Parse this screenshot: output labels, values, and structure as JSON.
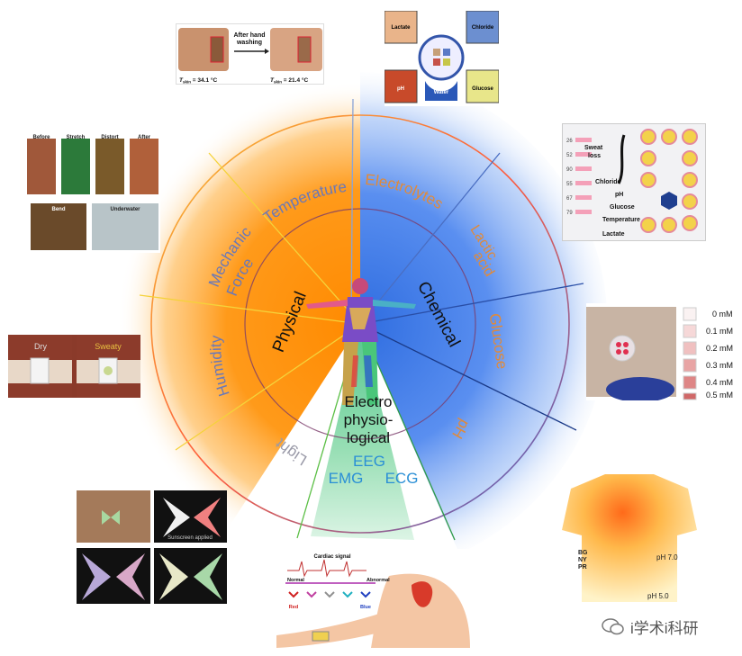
{
  "center": {
    "sectors": {
      "physical": "Physical",
      "chemical": "Chemical",
      "electro_lines": [
        "Electro",
        "physio-",
        "logical"
      ]
    },
    "physical_categories": {
      "temperature": "Temperature",
      "mechanical_force_lines": [
        "Mechanical",
        "Force"
      ],
      "humidity": "Humidity",
      "light": "Light"
    },
    "chemical_categories": {
      "electrolytes": "Electrolytes",
      "lactic_acid_lines": [
        "Lactic",
        "acid"
      ],
      "glucose": "Glucose",
      "ph": "pH"
    },
    "electro_categories": {
      "eeg": "EEG",
      "emg": "EMG",
      "ecg": "ECG"
    }
  },
  "panels": {
    "temperature": {
      "arrow_lines": [
        "After hand",
        "washing"
      ],
      "t_before": "T",
      "t_before_sub": "skin",
      "t_before_val": " = 34.1 °C",
      "t_after_val": " = 21.4 °C"
    },
    "electrolytes": {
      "lactate": "Lactate",
      "chloride": "Chloride",
      "ph": "pH",
      "water": "Water",
      "glucose": "Glucose"
    },
    "sweat_patch": {
      "rows": [
        "26",
        "52",
        "90",
        "55",
        "67",
        "79"
      ],
      "sweat_loss_lines": [
        "Sweat",
        "loss"
      ],
      "chloride": "Chloride",
      "ph": "pH",
      "glucose": "Glucose",
      "temperature": "Temperature",
      "lactate": "Lactate"
    },
    "mechanical": {
      "labels": [
        "Before",
        "Stretch",
        "Distort",
        "After"
      ],
      "bend": "Bend",
      "underwater": "Underwater"
    },
    "humidity": {
      "dry": "Dry",
      "sweaty": "Sweaty"
    },
    "glucose": {
      "levels": [
        "0 mM",
        "0.1 mM",
        "0.2 mM",
        "0.3 mM",
        "0.4 mM",
        "0.5 mM"
      ]
    },
    "light": {
      "caption": "Sunscreen applied"
    },
    "ecg": {
      "title": "Cardiac signal",
      "normal": "Normal",
      "abnormal": "Abnormal",
      "red": "Red",
      "blue": "Blue"
    },
    "ph": {
      "bg": "BG",
      "ny": "NY",
      "pr": "PR",
      "ph7": "pH 7.0",
      "ph5": "pH 5.0"
    }
  },
  "watermark": "i学术i科研"
}
